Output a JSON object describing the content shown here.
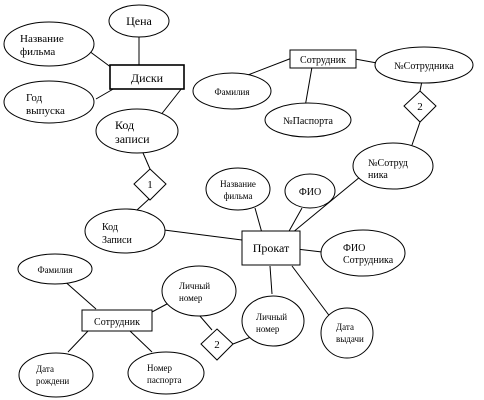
{
  "entities": {
    "disks": "Диски",
    "employee_top": "Сотрудник",
    "rental": "Прокат",
    "employee_bottom": "Сотрудник"
  },
  "attributes": {
    "price": "Цена",
    "film_title": [
      "Название",
      "фильма"
    ],
    "release_year": [
      "Год",
      "выпуска"
    ],
    "record_code_disks": [
      "Код",
      "записи"
    ],
    "surname_top": "Фамилия",
    "passport_no": "№Паспорта",
    "employee_no_top": "№Сотрудника",
    "employee_no_rental": [
      "№Сотруд",
      "ника"
    ],
    "rental_film_title": [
      "Название",
      "фильма"
    ],
    "fio": "ФИО",
    "record_code_rental": [
      "Код",
      "Записи"
    ],
    "employee_fio": [
      "ФИО",
      "Сотрудника"
    ],
    "personal_no_rental": [
      "Личный",
      "номер"
    ],
    "issue_date": [
      "Дата",
      "выдачи"
    ],
    "surname_bottom": "Фамилия",
    "personal_no_bottom": [
      "Личный",
      "номер"
    ],
    "birth_date": [
      "Дата",
      "рождени"
    ],
    "phone_no": [
      "Номер",
      "паспорта"
    ]
  },
  "relationships": {
    "disks_rental": "1",
    "employee_top": "2",
    "employee_bottom": "2"
  }
}
